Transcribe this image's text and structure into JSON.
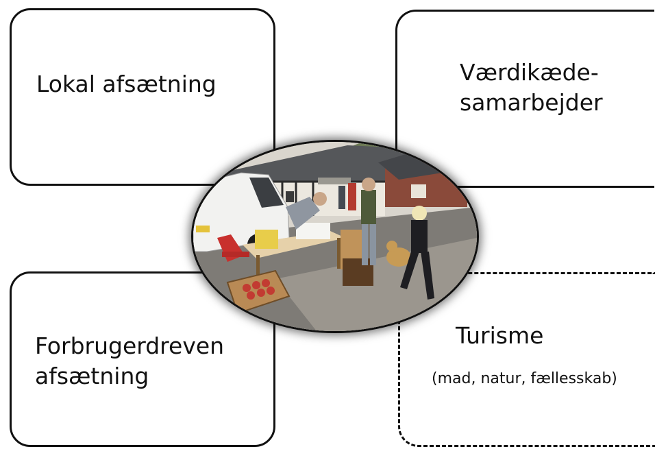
{
  "boxes": {
    "top_left": {
      "label": "Lokal afsætning"
    },
    "top_right": {
      "label_line1": "Værdikæde-",
      "label_line2": "samarbejder"
    },
    "bottom_left": {
      "label_line1": "Forbrugerdreven",
      "label_line2": "afsætning"
    },
    "bottom_right": {
      "label": "Turisme",
      "sublabel": "(mad, natur, fællesskab)"
    }
  },
  "center_image": {
    "description": "farm-stand-photo"
  },
  "colors": {
    "border": "#111111",
    "background": "#ffffff"
  }
}
